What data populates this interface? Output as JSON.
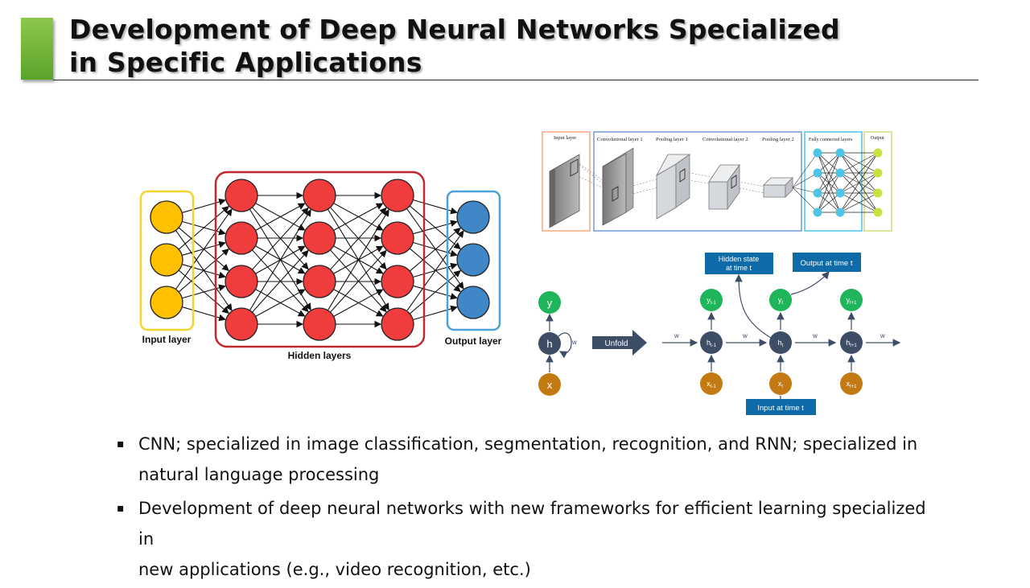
{
  "slide": {
    "title_line1": "Development of Deep Neural Networks Specialized",
    "title_line2": "in Specific Applications"
  },
  "mlp": {
    "input_label": "Input layer",
    "hidden_label": "Hidden layers",
    "output_label": "Output layer",
    "colors": {
      "input": "#ffc000",
      "hidden": "#f03c3c",
      "output": "#3f87c7",
      "input_box": "#f2d531",
      "hidden_box": "#c0282d",
      "output_box": "#4ea0d8"
    }
  },
  "cnn": {
    "labels": [
      "Input layer",
      "Convolutional layer 1",
      "Pooling layer 1",
      "Convolutional layer 2",
      "Pooling layer 2",
      "Fully connected layers",
      "Output"
    ],
    "colors": {
      "input_box": "#f4a97a",
      "conv_box": "#6e9bd6",
      "fc_box": "#4ec4e6",
      "out_box": "#c8e07a",
      "fc_node": "#4ec4e6",
      "out_node": "#c8e040"
    }
  },
  "rnn": {
    "y": "y",
    "h": "h",
    "x": "x",
    "w": "w",
    "unfold": "Unfold",
    "hidden_state_line1": "Hidden state",
    "hidden_state_line2": "at time t",
    "output_at_time": "Output at time t",
    "input_at_time": "Input at time t",
    "colors": {
      "y": "#1fb55a",
      "h": "#3d4d66",
      "x": "#c47a12",
      "banner": "#0f6aa8"
    }
  },
  "bullets": [
    {
      "line1": "CNN; specialized in image classification, segmentation, recognition, and RNN; specialized in",
      "line2": "natural language processing"
    },
    {
      "line1": "Development of deep neural networks with new frameworks for efficient learning specialized in",
      "line2": "new applications (e.g., video recognition, etc.)"
    }
  ]
}
